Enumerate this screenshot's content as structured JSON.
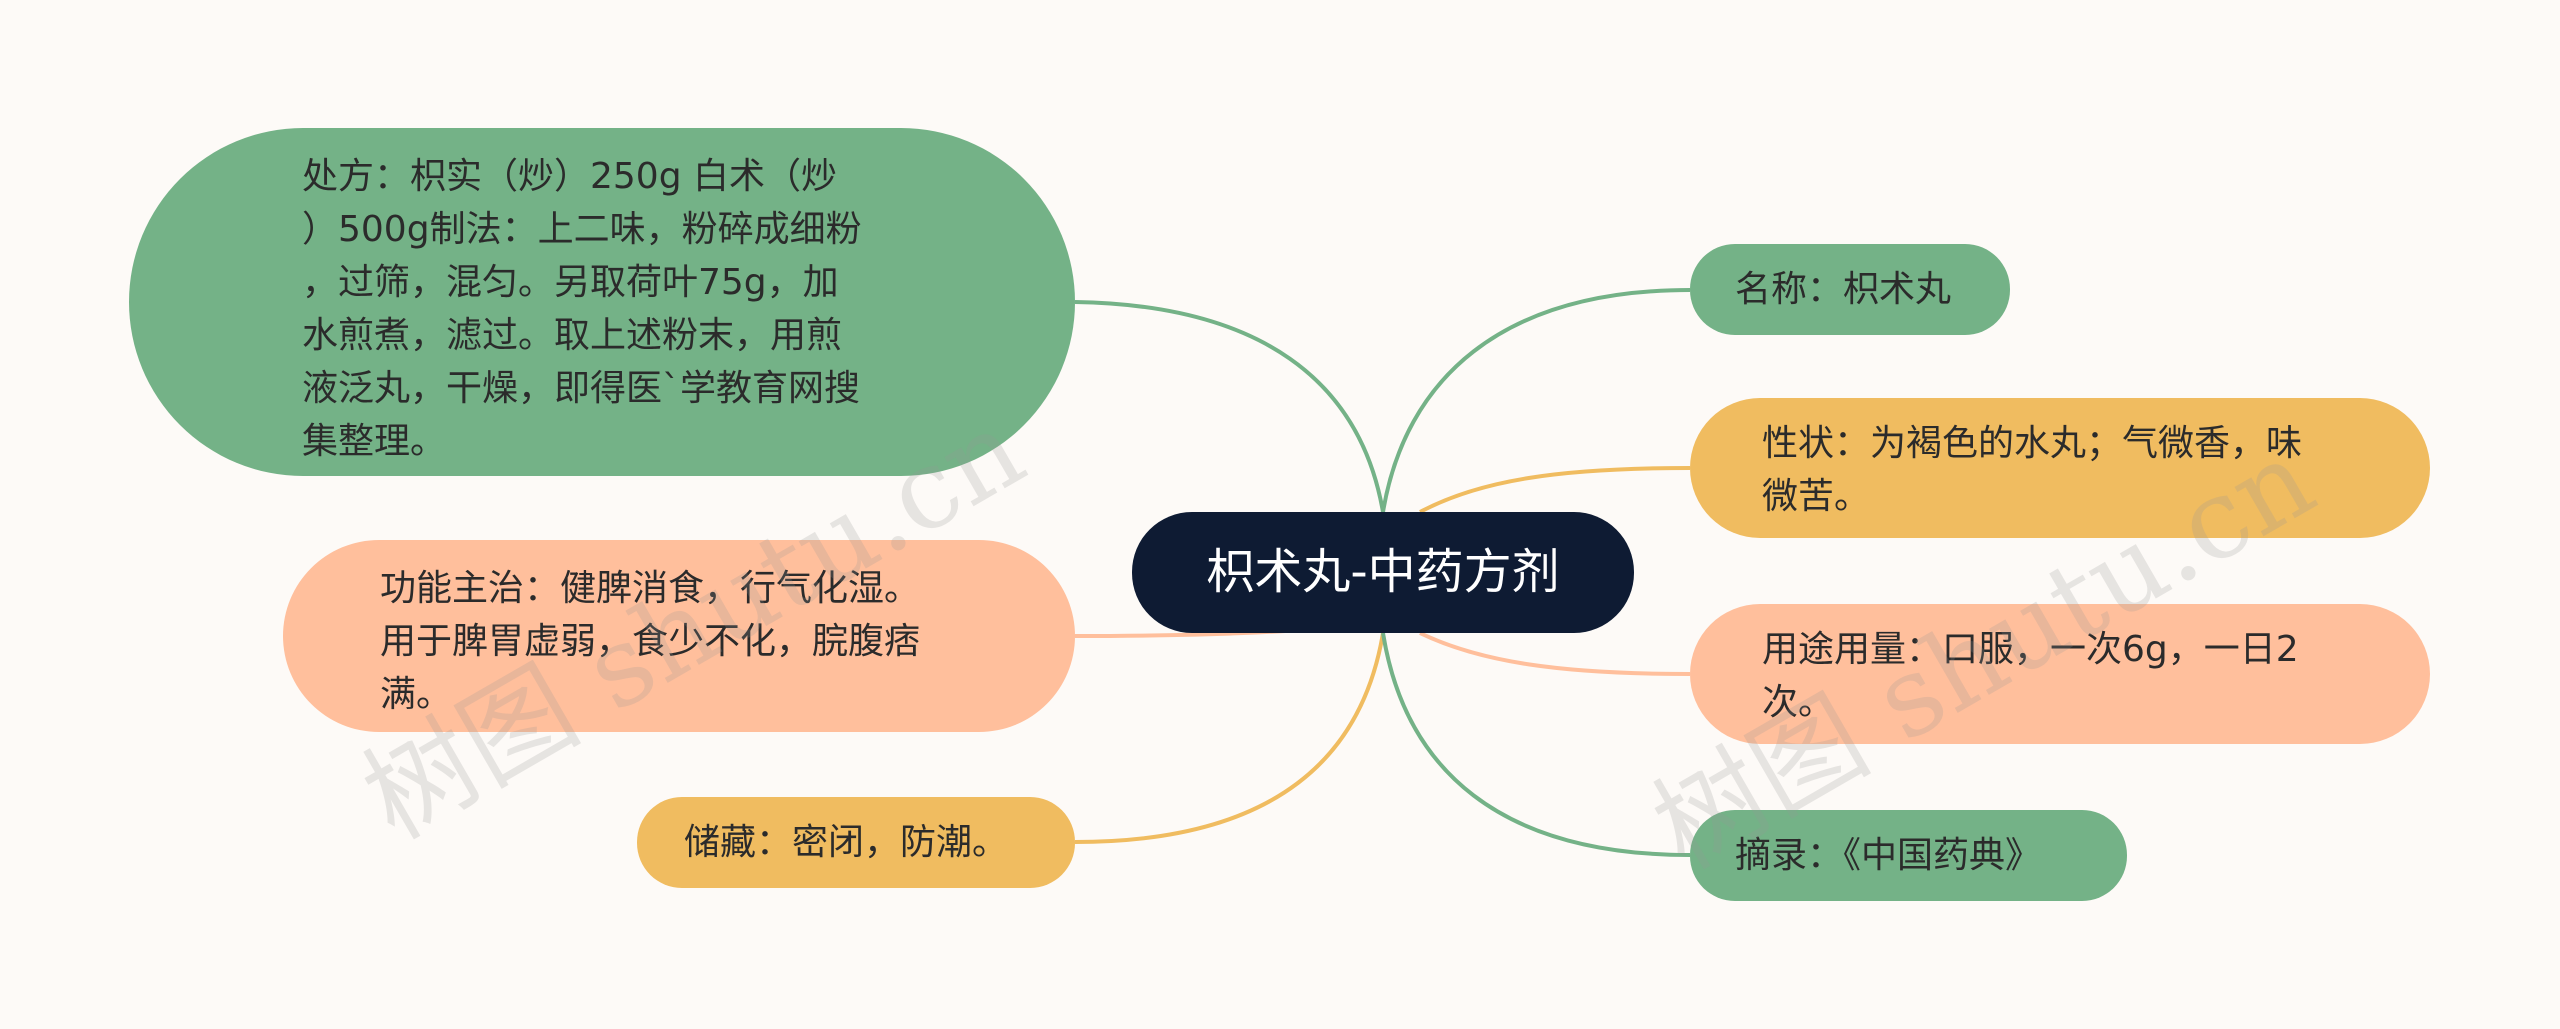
{
  "center": {
    "label": "枳术丸-中药方剂"
  },
  "nodes": {
    "prescription": "处方：枳实（炒）250g 白术（炒\n）500g制法：上二味，粉碎成细粉\n，过筛，混匀。另取荷叶75g，加\n水煎煮，滤过。取上述粉末，用煎\n液泛丸，干燥，即得医`学教育网搜\n集整理。",
    "function": "功能主治：健脾消食，行气化湿。\n用于脾胃虚弱，食少不化，脘腹痞\n满。",
    "storage": "储藏：密闭，防潮。",
    "name": "名称：枳术丸",
    "property": "性状：为褐色的水丸；气微香，味\n微苦。",
    "usage": "用途用量：口服，一次6g，一日2\n次。",
    "source": "摘录：《中国药典》"
  },
  "colors": {
    "background": "#fdfaf7",
    "center": "#0e1b33",
    "green": "#74b287",
    "yellow": "#f0bc60",
    "peach": "#ffbf9c"
  },
  "watermark": "树图 shutu.cn"
}
